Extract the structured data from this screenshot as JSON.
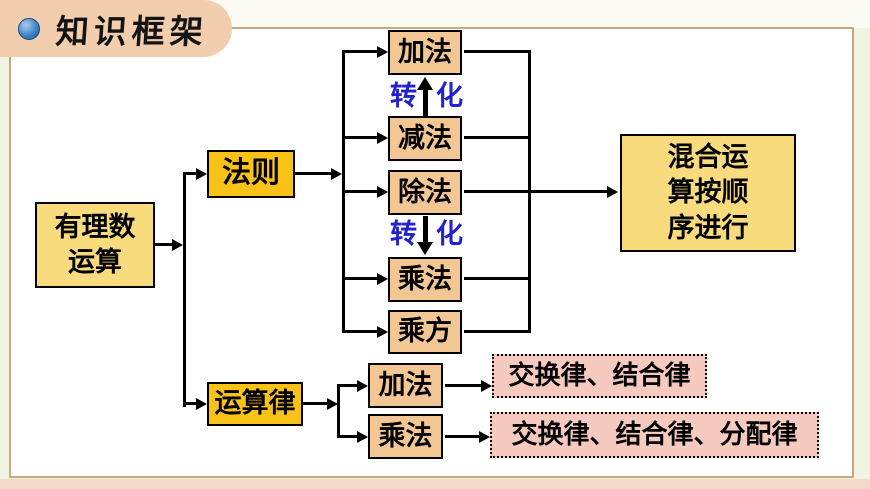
{
  "header": {
    "title": "知识框架",
    "bullet_icon": "blue-sphere"
  },
  "diagram": {
    "root": {
      "line1": "有理数",
      "line2": "运算"
    },
    "branch_rules": {
      "label": "法则"
    },
    "operations": {
      "add": "加法",
      "sub": "减法",
      "div": "除法",
      "mul": "乘法",
      "pow": "乘方"
    },
    "transform_up": {
      "left": "转",
      "right": "化"
    },
    "transform_down": {
      "left": "转",
      "right": "化"
    },
    "mixed_result": {
      "line1": "混合运",
      "line2": "算按顺",
      "line3": "序进行"
    },
    "branch_laws": {
      "label": "运算律"
    },
    "law_operations": {
      "add": "加法",
      "mul": "乘法"
    },
    "law_results": {
      "add": "交换律、结合律",
      "mul": "交换律、结合律、分配律"
    }
  },
  "colors": {
    "outer_bg": "#F1F4E3",
    "frame_border": "#C9A87B",
    "bottom_strip": "#F3D9C7",
    "banner_bg": "#F2CDAE",
    "yellow_box": "#F8DB7D",
    "gold_box": "#F9C217",
    "peach_box": "#F3C794",
    "pink_box": "#F7CABF",
    "transform_blue": "#2222CC",
    "line_black": "#000000"
  }
}
